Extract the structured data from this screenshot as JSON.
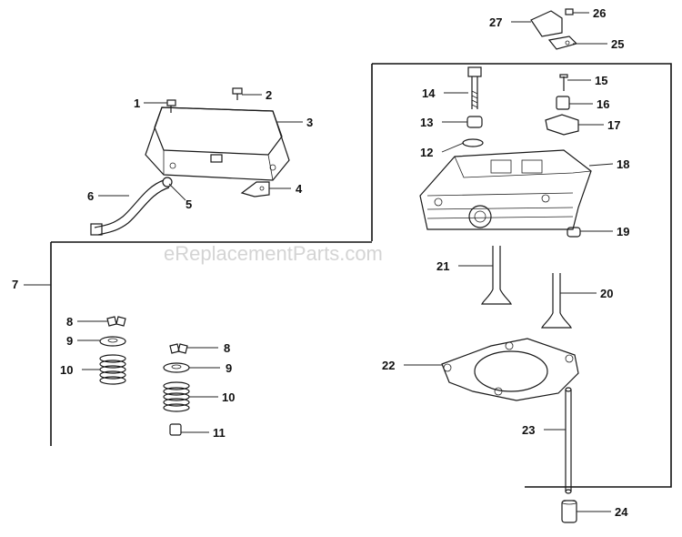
{
  "watermark": "eReplacementParts.com",
  "callouts": {
    "c1": "1",
    "c2": "2",
    "c3": "3",
    "c4": "4",
    "c5": "5",
    "c6": "6",
    "c7": "7",
    "c8a": "8",
    "c8b": "8",
    "c9a": "9",
    "c9b": "9",
    "c10a": "10",
    "c10b": "10",
    "c11": "11",
    "c12": "12",
    "c13": "13",
    "c14": "14",
    "c15": "15",
    "c16": "16",
    "c17": "17",
    "c18": "18",
    "c19": "19",
    "c20": "20",
    "c21": "21",
    "c22": "22",
    "c23": "23",
    "c24": "24",
    "c25": "25",
    "c26": "26",
    "c27": "27"
  }
}
